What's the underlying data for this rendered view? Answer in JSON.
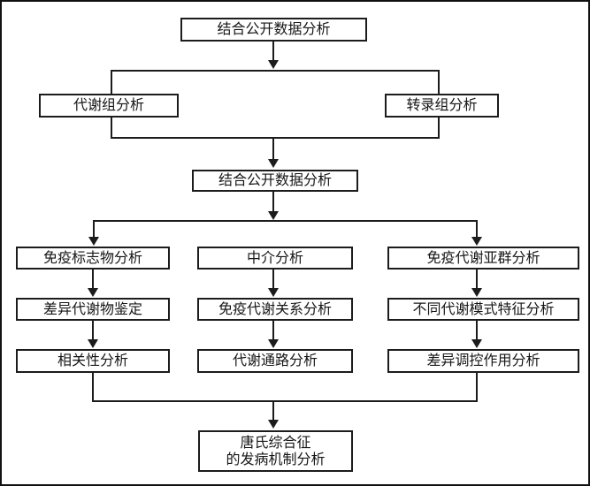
{
  "diagram": {
    "type": "flowchart",
    "colors": {
      "line": "#1c1c1c",
      "box_border": "#1c1c1c",
      "background": "#ffffff",
      "text": "#161616"
    },
    "nodes": {
      "top_combined": "结合公开数据分析",
      "metabolomics": "代谢组分析",
      "transcriptomics": "转录组分析",
      "combined2": "结合公开数据分析",
      "col_left": [
        "免疫标志物分析",
        "差异代谢物鉴定",
        "相关性分析"
      ],
      "col_mid": [
        "中介分析",
        "免疫代谢关系分析",
        "代谢通路分析"
      ],
      "col_right": [
        "免疫代谢亚群分析",
        "不同代谢模式特征分析",
        "差异调控作用分析"
      ],
      "final_line1": "唐氏综合征",
      "final_line2": "的发病机制分析"
    },
    "edges": [
      "top_combined -> metabolomics",
      "top_combined -> transcriptomics",
      "metabolomics -> combined2",
      "transcriptomics -> combined2",
      "combined2 -> col_left.0",
      "combined2 -> col_mid.0",
      "combined2 -> col_right.0",
      "col_left.0 -> col_left.1",
      "col_left.1 -> col_left.2",
      "col_mid.0 -> col_mid.1",
      "col_mid.1 -> col_mid.2",
      "col_right.0 -> col_right.1",
      "col_right.1 -> col_right.2",
      "col_left.2 -> final",
      "col_mid.2 -> final",
      "col_right.2 -> final"
    ]
  }
}
